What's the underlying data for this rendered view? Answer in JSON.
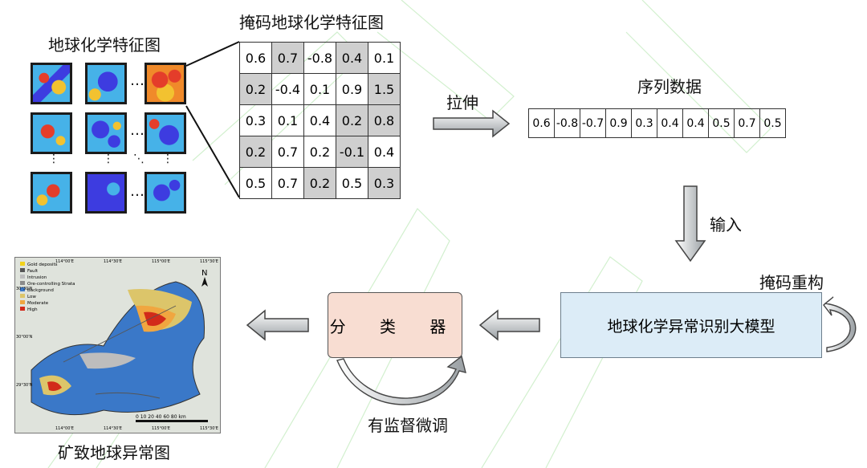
{
  "labels": {
    "feature_maps_title": "地球化学特征图",
    "masked_title": "掩码地球化学特征图",
    "stretch": "拉伸",
    "sequence_title": "序列数据",
    "input": "输入",
    "mask_rebuild": "掩码重构",
    "big_model": "地球化学异常识别大模型",
    "classifier": "分 类 器",
    "fine_tune": "有监督微调",
    "result_map": "矿致地球异常图",
    "ellipsis": "…"
  },
  "masked_grid": [
    [
      {
        "v": "0.6",
        "m": false
      },
      {
        "v": "0.7",
        "m": true
      },
      {
        "v": "-0.8",
        "m": false
      },
      {
        "v": "0.4",
        "m": true
      },
      {
        "v": "0.1",
        "m": false
      }
    ],
    [
      {
        "v": "0.2",
        "m": true
      },
      {
        "v": "-0.4",
        "m": false
      },
      {
        "v": "0.1",
        "m": false
      },
      {
        "v": "0.9",
        "m": false
      },
      {
        "v": "1.5",
        "m": true
      }
    ],
    [
      {
        "v": "0.3",
        "m": false
      },
      {
        "v": "0.1",
        "m": false
      },
      {
        "v": "0.4",
        "m": false
      },
      {
        "v": "0.2",
        "m": true
      },
      {
        "v": "0.8",
        "m": true
      }
    ],
    [
      {
        "v": "0.2",
        "m": true
      },
      {
        "v": "0.7",
        "m": false
      },
      {
        "v": "0.2",
        "m": false
      },
      {
        "v": "-0.1",
        "m": true
      },
      {
        "v": "0.4",
        "m": false
      }
    ],
    [
      {
        "v": "0.5",
        "m": false
      },
      {
        "v": "0.7",
        "m": false
      },
      {
        "v": "0.2",
        "m": true
      },
      {
        "v": "0.5",
        "m": false
      },
      {
        "v": "0.3",
        "m": true
      }
    ]
  ],
  "sequence": [
    "0.6",
    "-0.8",
    "-0.7",
    "0.9",
    "0.3",
    "0.4",
    "0.4",
    "0.5",
    "0.7",
    "0.5"
  ],
  "map": {
    "legend": [
      "Gold deposits",
      "Fault",
      "Intrusion",
      "Ore-controlling Strata",
      "Background",
      "Low",
      "Moderate",
      "High"
    ],
    "legend_colors": [
      "#f2d21b",
      "#555555",
      "#bdbdbd",
      "#8a8a8a",
      "#3a78c8",
      "#dcc56a",
      "#f0a640",
      "#d22a1a"
    ],
    "lon_ticks": [
      "114°00'E",
      "114°30'E",
      "115°00'E",
      "115°30'E"
    ],
    "lat_ticks": [
      "30°30'N",
      "30°00'N",
      "29°30'N"
    ],
    "scale_text": "0 10 20   40   60   80 km",
    "north": "N"
  }
}
